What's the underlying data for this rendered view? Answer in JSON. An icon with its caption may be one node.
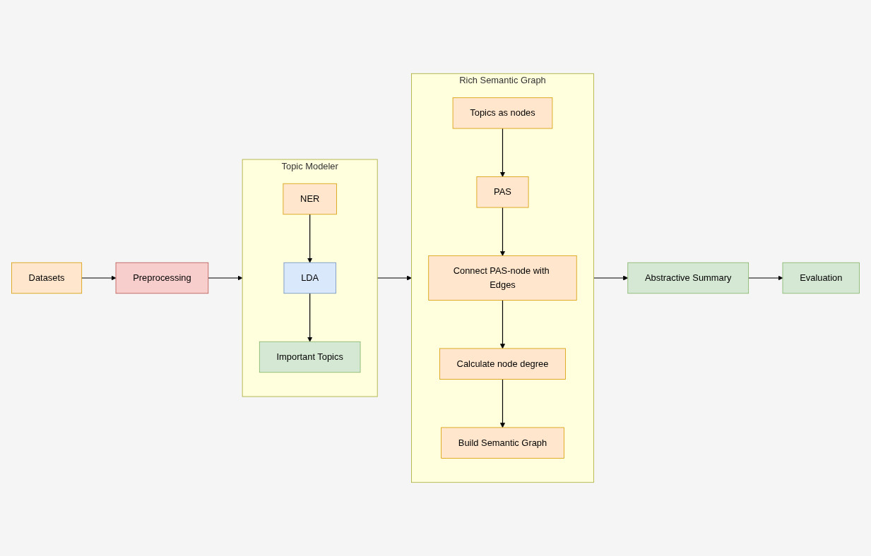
{
  "diagram": {
    "nodes": [
      {
        "text": [
          "Datasets"
        ]
      },
      {
        "text": [
          "Preprocessing"
        ]
      },
      {
        "text": [
          "Topic Modeler"
        ]
      },
      {
        "text": [
          "NER"
        ],
        "in": 2
      },
      {
        "text": [
          "LDA"
        ],
        "in": 2
      },
      {
        "text": [
          "Important Topics"
        ],
        "in": 2
      },
      {
        "text": [
          "Rich Semantic Graph"
        ]
      },
      {
        "text": [
          "Topics as nodes"
        ],
        "in": 6
      },
      {
        "text": [
          "PAS"
        ],
        "in": 6
      },
      {
        "text": [
          "Connect PAS-node with Edges"
        ],
        "in": 6
      },
      {
        "text": [
          "Calculate node degree"
        ],
        "in": 6
      },
      {
        "text": [
          "Build Semantic Graph"
        ],
        "in": 6
      },
      {
        "text": [
          "Abstractive Summary"
        ]
      },
      {
        "text": [
          "Evaluation"
        ]
      }
    ],
    "edges": [
      {
        "from": 0,
        "to": 1,
        "arrow": "to"
      },
      {
        "from": 1,
        "to": 2,
        "arrow": "to"
      },
      {
        "from": 3,
        "to": 4,
        "arrow": "to"
      },
      {
        "from": 4,
        "to": 5,
        "arrow": "to"
      },
      {
        "from": 2,
        "to": 6,
        "arrow": "to"
      },
      {
        "from": 7,
        "to": 8,
        "arrow": "to"
      },
      {
        "from": 8,
        "to": 9,
        "arrow": "to"
      },
      {
        "from": 9,
        "to": 10,
        "arrow": "to"
      },
      {
        "from": 10,
        "to": 11,
        "arrow": "to"
      },
      {
        "from": 6,
        "to": 12,
        "arrow": "to"
      },
      {
        "from": 12,
        "to": 13,
        "arrow": "to"
      }
    ]
  }
}
